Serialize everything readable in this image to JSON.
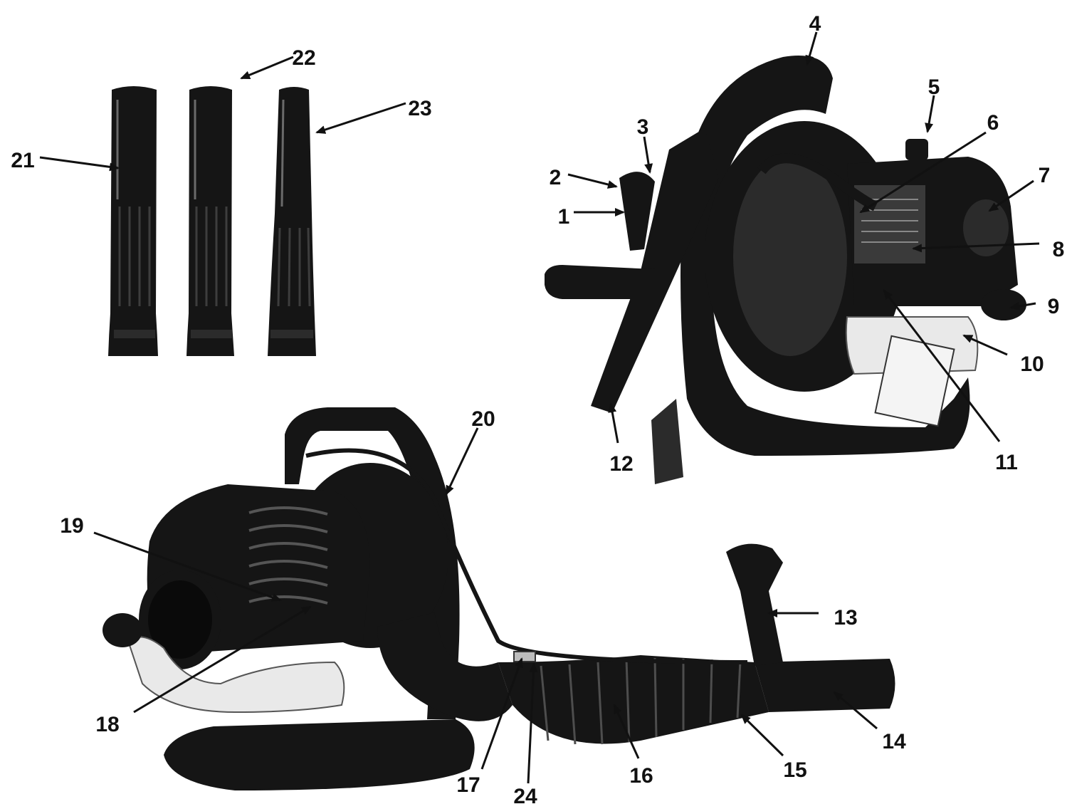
{
  "callouts": [
    {
      "id": "c1",
      "label": "1"
    },
    {
      "id": "c2",
      "label": "2"
    },
    {
      "id": "c3",
      "label": "3"
    },
    {
      "id": "c4",
      "label": "4"
    },
    {
      "id": "c5",
      "label": "5"
    },
    {
      "id": "c6",
      "label": "6"
    },
    {
      "id": "c7",
      "label": "7"
    },
    {
      "id": "c8",
      "label": "8"
    },
    {
      "id": "c9",
      "label": "9"
    },
    {
      "id": "c10",
      "label": "10"
    },
    {
      "id": "c11",
      "label": "11"
    },
    {
      "id": "c12",
      "label": "12"
    },
    {
      "id": "c13",
      "label": "13"
    },
    {
      "id": "c14",
      "label": "14"
    },
    {
      "id": "c15",
      "label": "15"
    },
    {
      "id": "c16",
      "label": "16"
    },
    {
      "id": "c17",
      "label": "17"
    },
    {
      "id": "c18",
      "label": "18"
    },
    {
      "id": "c19",
      "label": "19"
    },
    {
      "id": "c20",
      "label": "20"
    },
    {
      "id": "c21",
      "label": "21"
    },
    {
      "id": "c22",
      "label": "22"
    },
    {
      "id": "c23",
      "label": "23"
    },
    {
      "id": "c24",
      "label": "24"
    }
  ],
  "colors": {
    "ink": "#111111",
    "equipment": "#151515",
    "fuel_tank": "#e9e9e9",
    "background": "#ffffff"
  }
}
